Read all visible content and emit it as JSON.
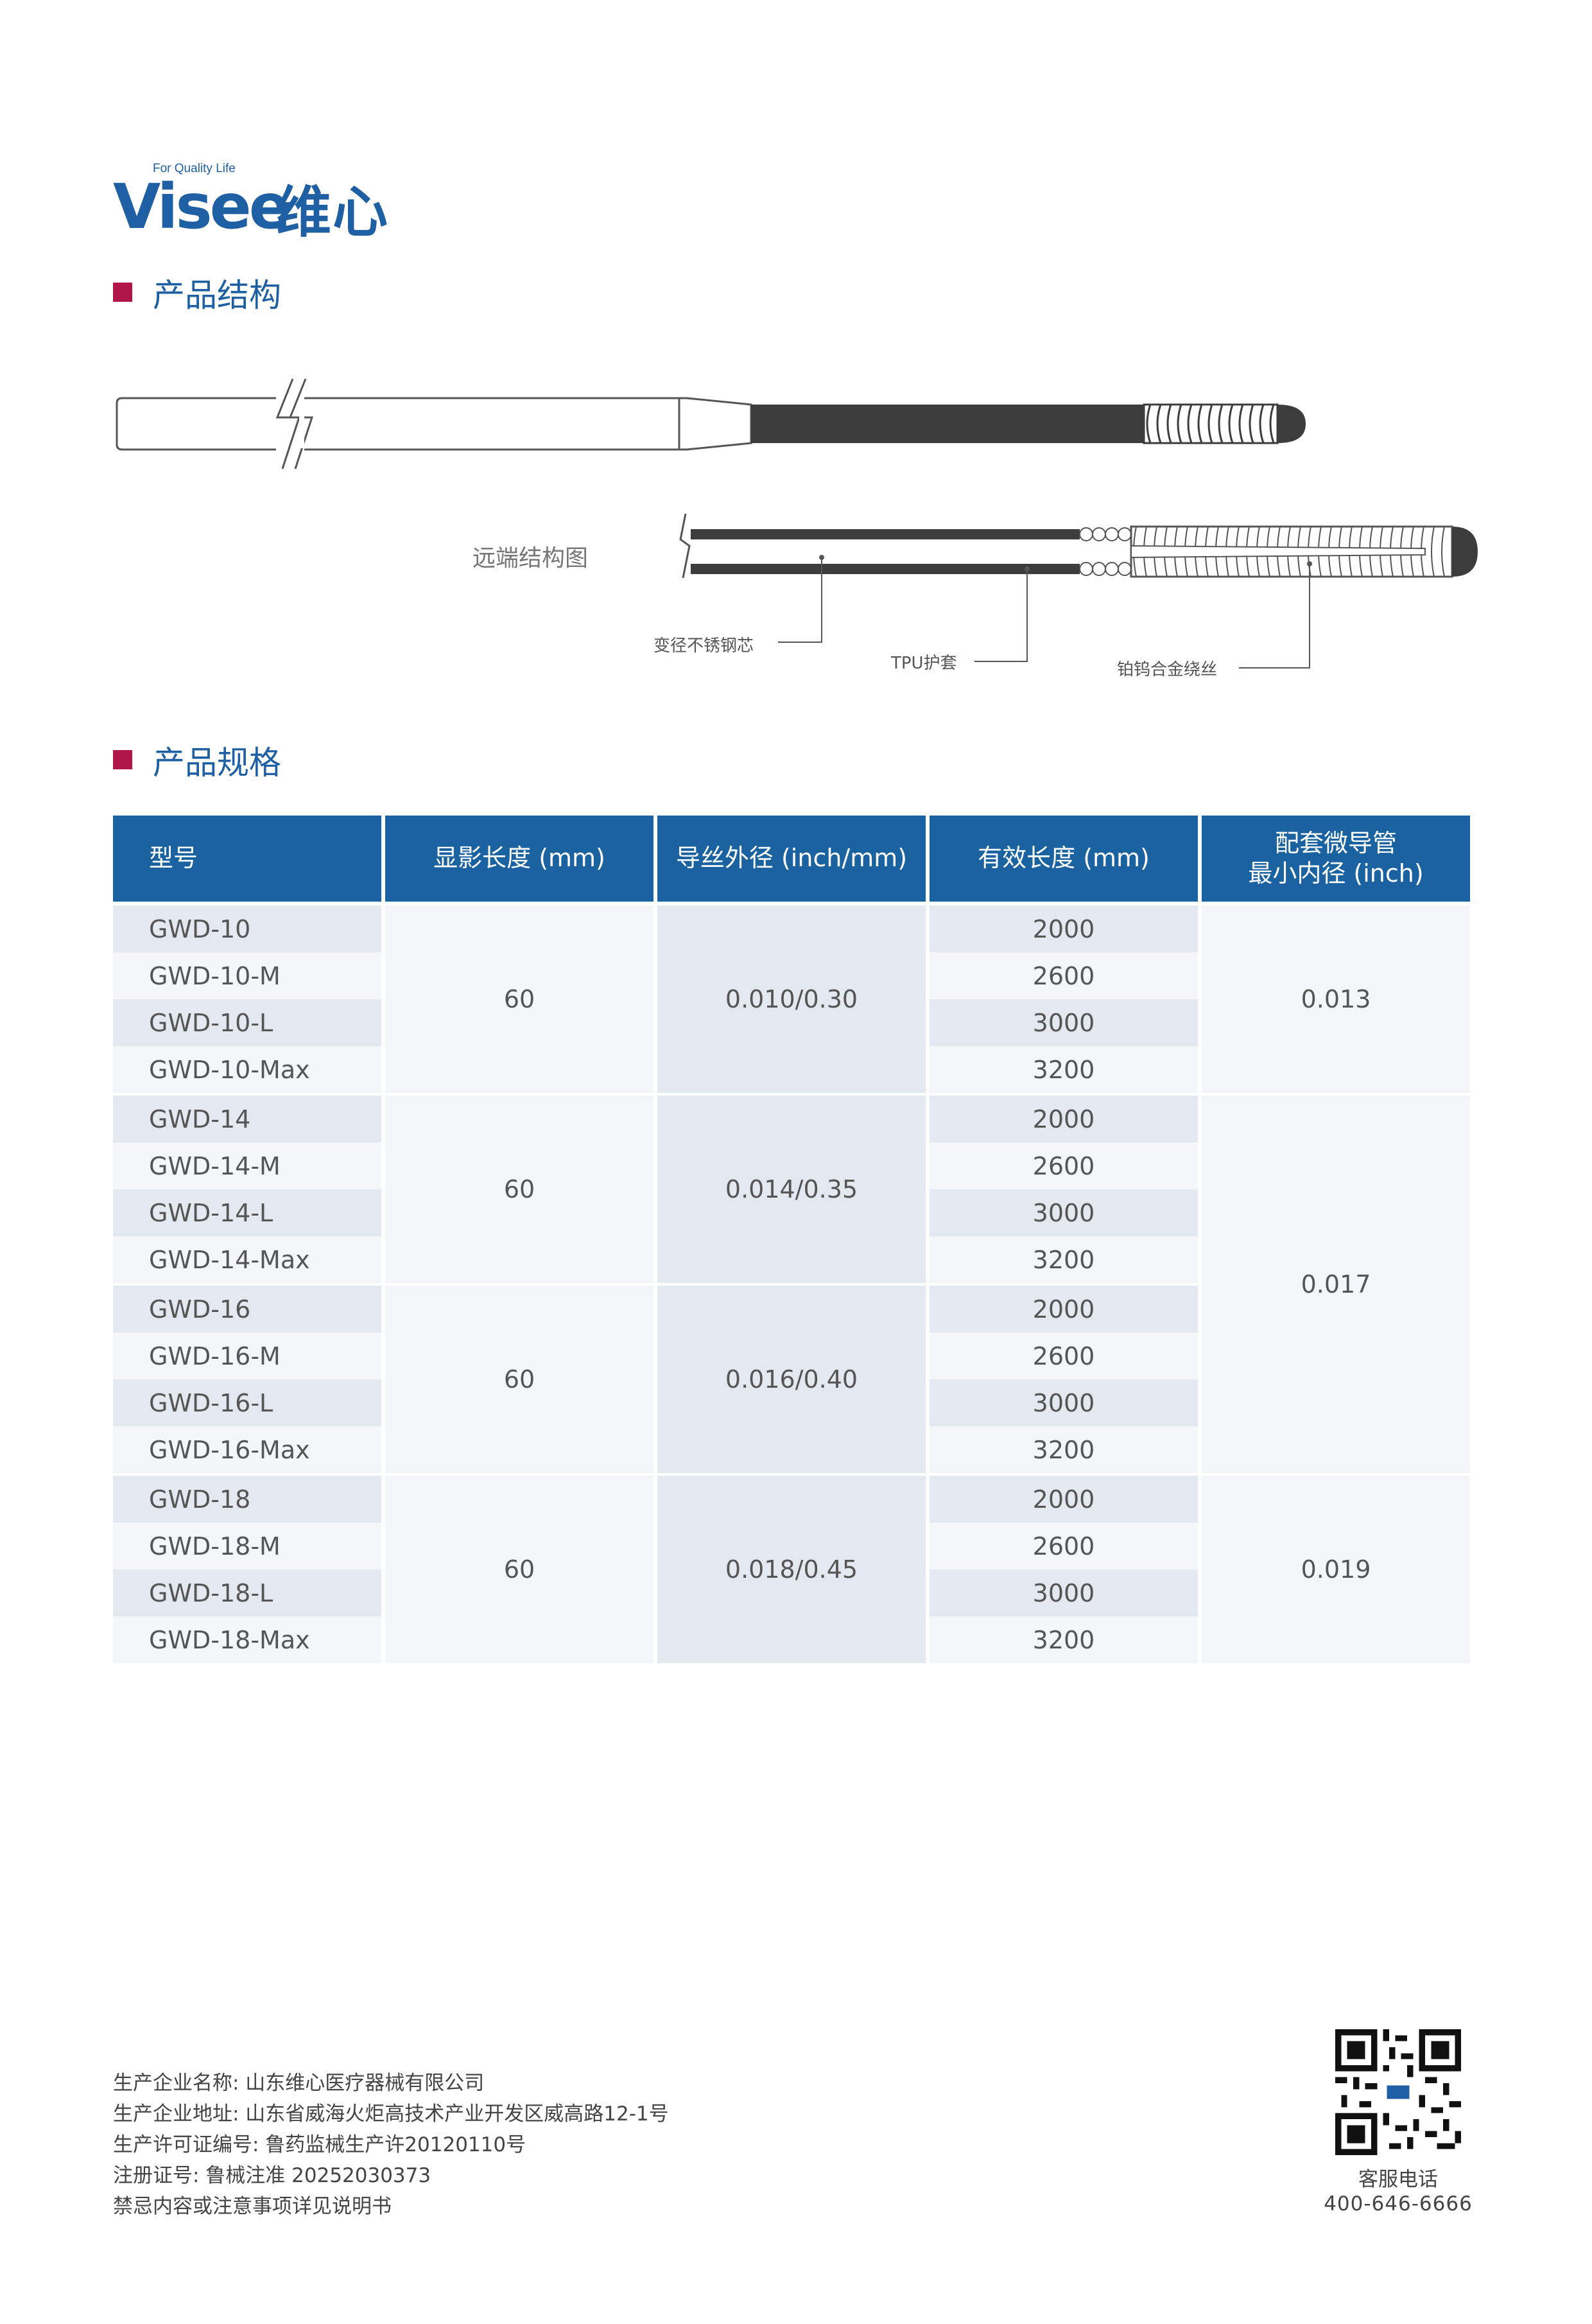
{
  "brand": {
    "wordmark": "Visee",
    "tagline": "For Quality Life",
    "chinese_name": "维心"
  },
  "sections": {
    "structure_title": "产品结构",
    "spec_title": "产品规格"
  },
  "diagram": {
    "distal_label": "远端结构图",
    "callouts": {
      "core": "变径不锈钢芯",
      "jacket": "TPU护套",
      "coil": "铂钨合金绕丝"
    }
  },
  "table": {
    "headers": {
      "model": "型号",
      "radiopaque_length": "显影长度 (mm)",
      "wire_od": "导丝外径 (inch/mm)",
      "effective_length": "有效长度 (mm)",
      "catheter_id_line1": "配套微导管",
      "catheter_id_line2": "最小内径 (inch)"
    },
    "rows": [
      {
        "model": "GWD-10",
        "length": "2000"
      },
      {
        "model": "GWD-10-M",
        "length": "2600"
      },
      {
        "model": "GWD-10-L",
        "length": "3000"
      },
      {
        "model": "GWD-10-Max",
        "length": "3200"
      },
      {
        "model": "GWD-14",
        "length": "2000"
      },
      {
        "model": "GWD-14-M",
        "length": "2600"
      },
      {
        "model": "GWD-14-L",
        "length": "3000"
      },
      {
        "model": "GWD-14-Max",
        "length": "3200"
      },
      {
        "model": "GWD-16",
        "length": "2000"
      },
      {
        "model": "GWD-16-M",
        "length": "2600"
      },
      {
        "model": "GWD-16-L",
        "length": "3000"
      },
      {
        "model": "GWD-16-Max",
        "length": "3200"
      },
      {
        "model": "GWD-18",
        "length": "2000"
      },
      {
        "model": "GWD-18-M",
        "length": "2600"
      },
      {
        "model": "GWD-18-L",
        "length": "3000"
      },
      {
        "model": "GWD-18-Max",
        "length": "3200"
      }
    ],
    "groups": [
      {
        "radiopaque": "60",
        "od": "0.010/0.30"
      },
      {
        "radiopaque": "60",
        "od": "0.014/0.35"
      },
      {
        "radiopaque": "60",
        "od": "0.016/0.40"
      },
      {
        "radiopaque": "60",
        "od": "0.018/0.45"
      }
    ],
    "catheter_id": [
      "0.013",
      "0.017",
      "0.019"
    ]
  },
  "footer": {
    "lines": [
      "生产企业名称: 山东维心医疗器械有限公司",
      "生产企业地址: 山东省威海火炬高技术产业开发区威高路12-1号",
      "生产许可证编号: 鲁药监械生产许20120110号",
      "注册证号: 鲁械注准 20252030373",
      "禁忌内容或注意事项详见说明书"
    ],
    "service_label": "客服电话",
    "service_phone": "400-646-6666"
  },
  "colors": {
    "brand_blue": "#1f5fa3",
    "header_blue": "#1a62a0",
    "accent_red": "#b0164a",
    "row_dark": "#e3e8f1",
    "row_light": "#f4f6fa"
  }
}
